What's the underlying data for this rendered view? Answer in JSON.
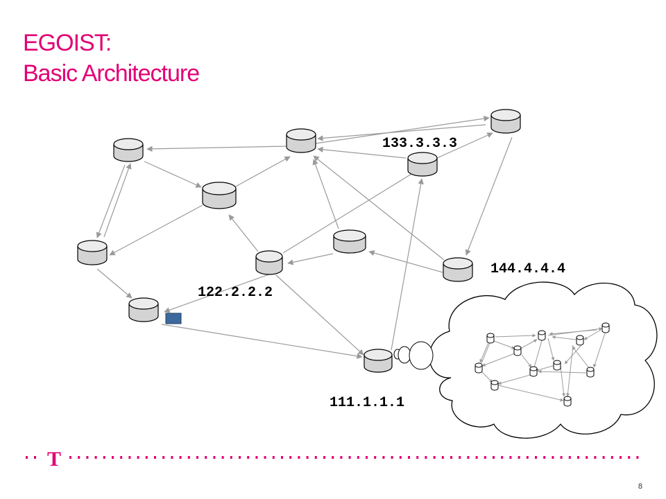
{
  "slide": {
    "title_line1": "EGOIST:",
    "title_line2": "Basic Architecture",
    "page_number": "8"
  },
  "brand": {
    "accent_color": "#e20074",
    "logo_letter": "T"
  },
  "diagram": {
    "ip_labels": {
      "node_133": "133.3.3.3",
      "node_144": "144.4.4.4",
      "node_122": "122.2.2.2",
      "node_111": "111.1.1.1"
    }
  }
}
